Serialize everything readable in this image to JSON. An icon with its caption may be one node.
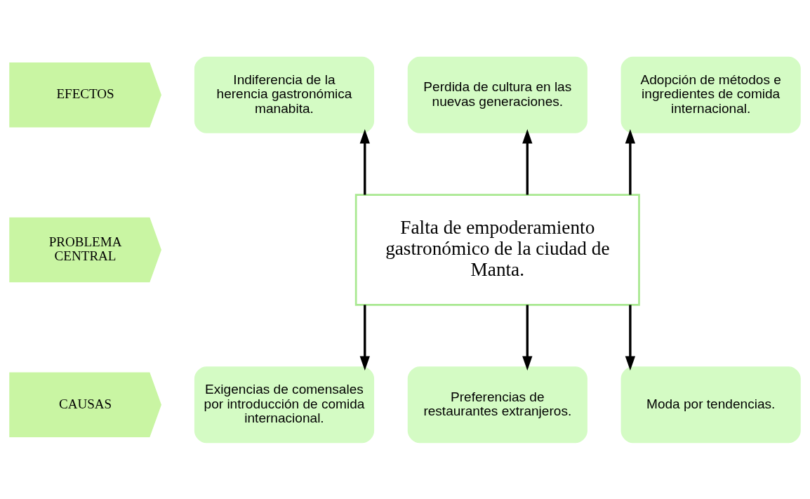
{
  "diagram": {
    "nodes": [
      {
        "text": [
          "EFECTOS"
        ]
      },
      {
        "text": [
          "Indiferencia de la herencia gastronómica manabita."
        ]
      },
      {
        "text": [
          "Perdida de cultura en las nuevas generaciones."
        ]
      },
      {
        "text": [
          "Adopción de métodos e ingredientes de comida internacional."
        ]
      },
      {
        "text": [
          "PROBLEMA CENTRAL"
        ]
      },
      {
        "text": [
          "Falta de empoderamiento gastronómico de la ciudad de Manta."
        ]
      },
      {
        "text": [
          "CAUSAS"
        ]
      },
      {
        "text": [
          "Exigencias de comensales por introducción de comida internacional."
        ]
      },
      {
        "text": [
          "Preferencias de restaurantes extranjeros."
        ]
      },
      {
        "text": [
          "Moda por tendencias."
        ]
      }
    ],
    "edges": [
      {
        "from": 5,
        "to": 1,
        "arrow": "to"
      },
      {
        "from": 5,
        "to": 2,
        "arrow": "to"
      },
      {
        "from": 5,
        "to": 3,
        "arrow": "to"
      },
      {
        "from": 5,
        "to": 7,
        "arrow": "to"
      },
      {
        "from": 5,
        "to": 8,
        "arrow": "to"
      },
      {
        "from": 5,
        "to": 9,
        "arrow": "to"
      }
    ]
  }
}
